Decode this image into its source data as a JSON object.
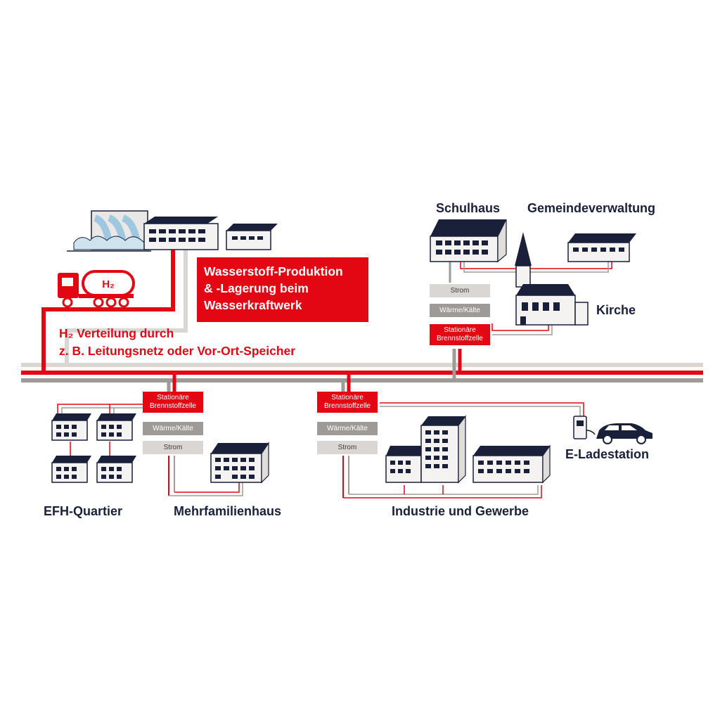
{
  "production_box": {
    "lines": [
      "Wasserstoff-Produktion",
      "& -Lagerung beim",
      "Wasserkraftwerk"
    ]
  },
  "distribution": {
    "line1": "H₂ Verteilung durch",
    "line2": "z. B. Leitungsnetz oder Vor-Ort-Speicher"
  },
  "truck": {
    "tank_label": "H₂"
  },
  "buildings": {
    "schulhaus": "Schulhaus",
    "gemeindeverwaltung": "Gemeindeverwaltung",
    "kirche": "Kirche",
    "efh": "EFH-Quartier",
    "mfh": "Mehrfamilienhaus",
    "industrie": "Industrie und Gewerbe",
    "eladestation": "E-Ladestation"
  },
  "nodes": {
    "top_right": {
      "strom": "Strom",
      "waerme": "Wärme/Kälte",
      "bz1": "Stationäre",
      "bz2": "Brennstoffzelle"
    },
    "bottom_left": {
      "bz1": "Stationäre",
      "bz2": "Brennstoffzelle",
      "waerme": "Wärme/Kälte",
      "strom": "Strom"
    },
    "bottom_mid": {
      "bz1": "Stationäre",
      "bz2": "Brennstoffzelle",
      "waerme": "Wärme/Kälte",
      "strom": "Strom"
    }
  },
  "colors": {
    "red": "#e30613",
    "navy": "#1a1f3a",
    "grey_dark": "#9e9a97",
    "grey_light": "#d9d6d3"
  }
}
